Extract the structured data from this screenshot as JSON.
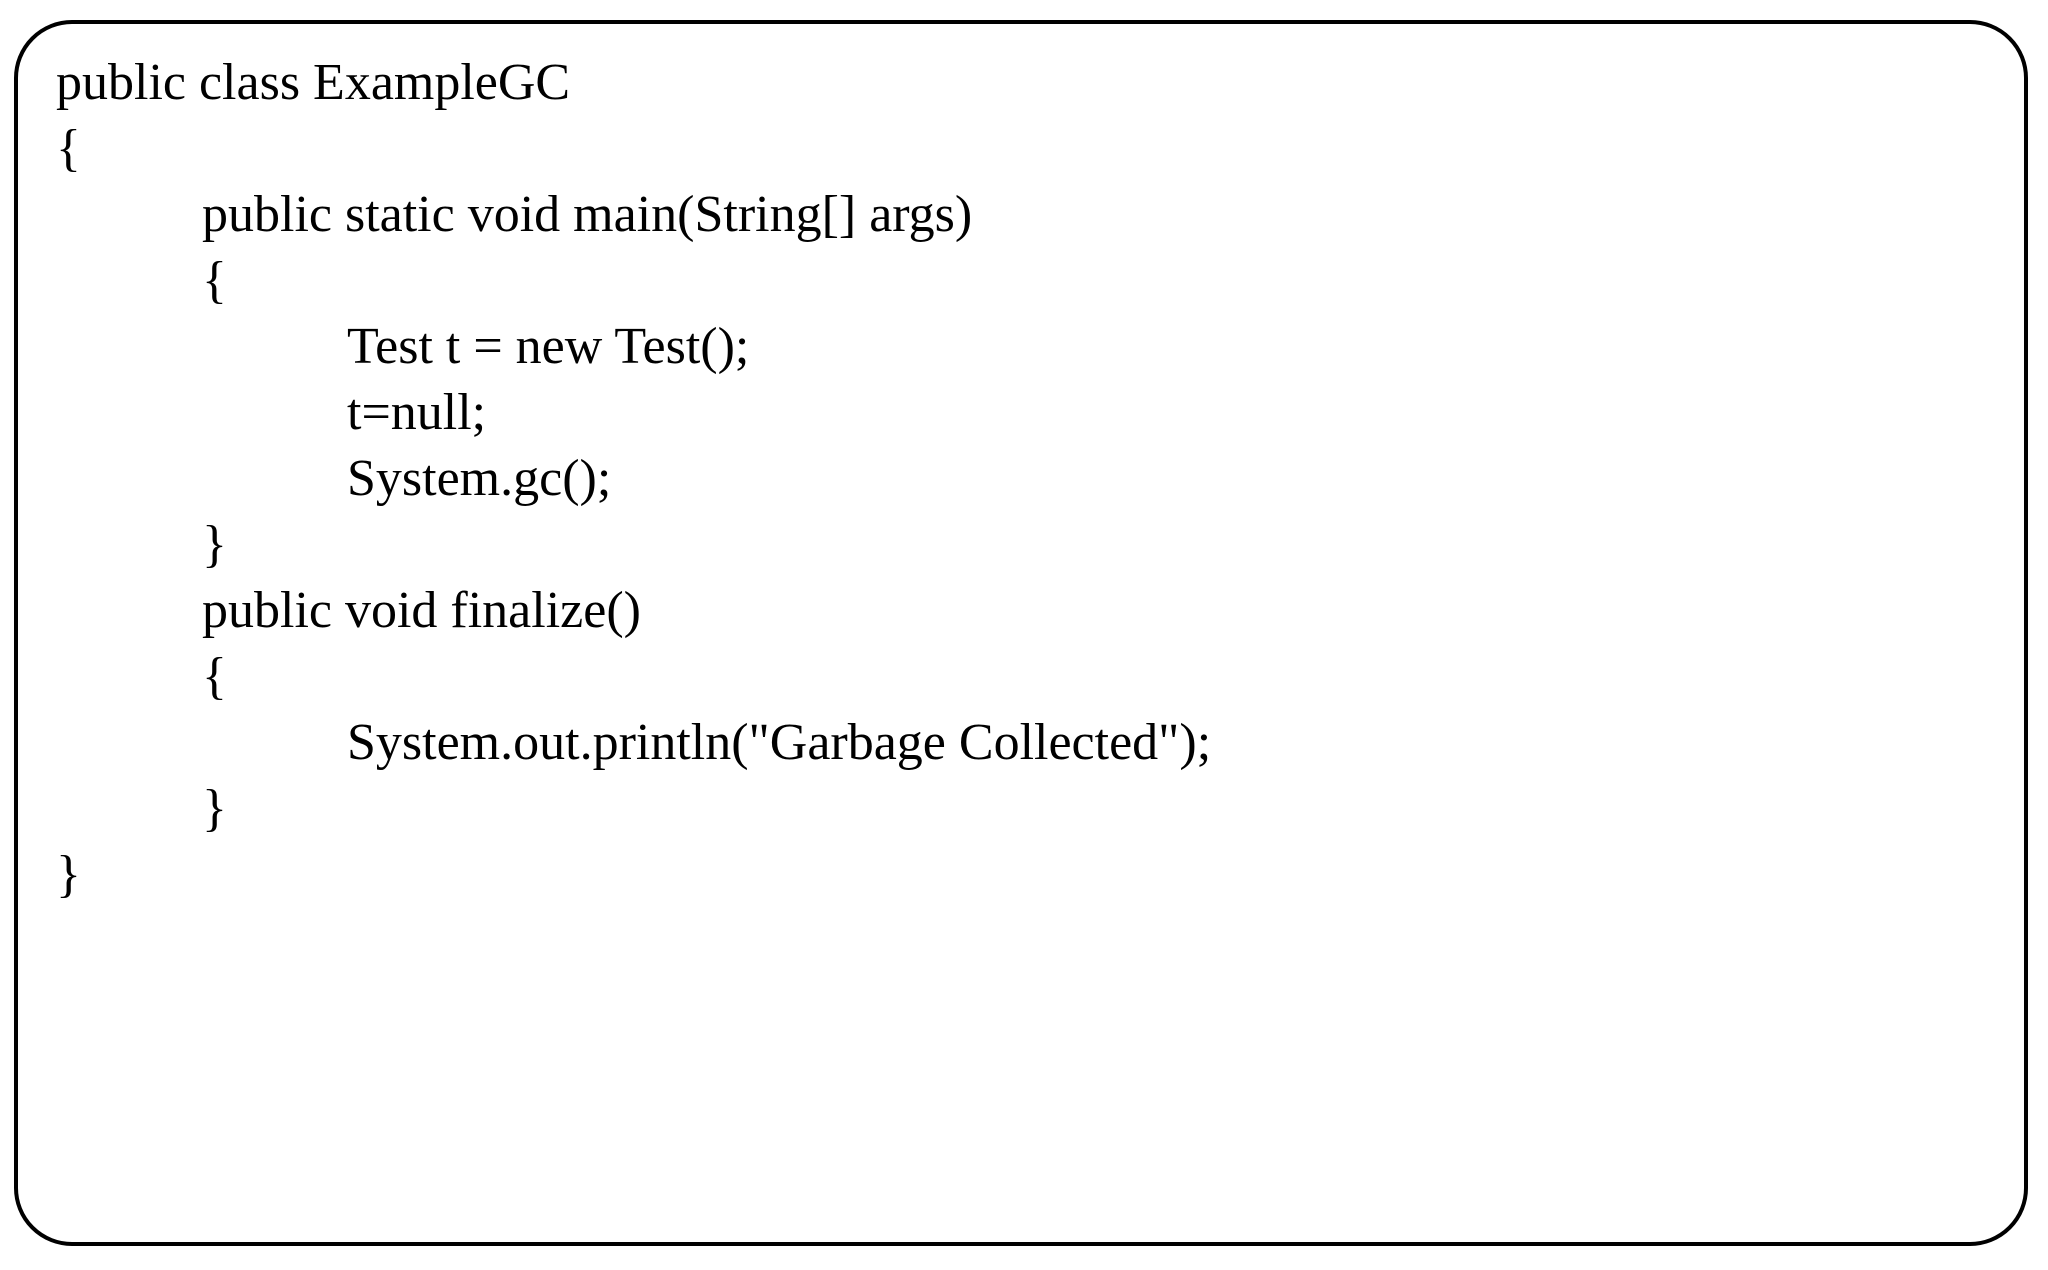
{
  "document": {
    "kind": "code-listing",
    "language": "Java",
    "class_name": "ExampleGC",
    "border_color": "#000000",
    "text_color": "#000000",
    "background_color": "#ffffff"
  },
  "code": {
    "lines": [
      {
        "text": "public class ExampleGC",
        "indent": 0
      },
      {
        "text": "{",
        "indent": 0
      },
      {
        "text": "public static void main(String[] args)",
        "indent": 1
      },
      {
        "text": "{",
        "indent": 1
      },
      {
        "text": "Test t = new Test();",
        "indent": 2
      },
      {
        "text": "t=null;",
        "indent": 2
      },
      {
        "text": "System.gc();",
        "indent": 2
      },
      {
        "text": "}",
        "indent": 1
      },
      {
        "text": "public void finalize()",
        "indent": 1
      },
      {
        "text": "{",
        "indent": 1
      },
      {
        "text": "System.out.println(\"Garbage Collected\");",
        "indent": 2
      },
      {
        "text": "}",
        "indent": 1
      },
      {
        "text": "}",
        "indent": 0
      }
    ]
  }
}
